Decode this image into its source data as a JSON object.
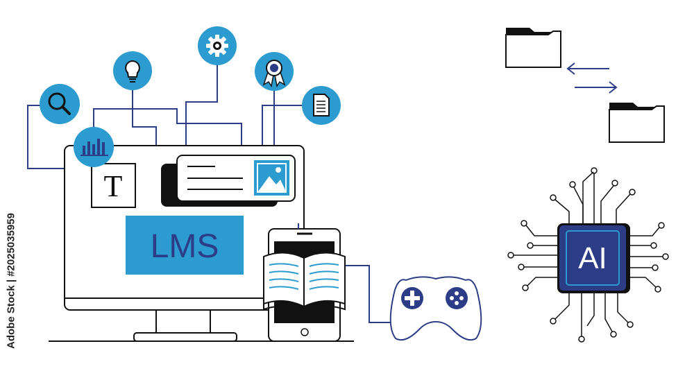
{
  "lms_label": "LMS",
  "text_icon_letter": "T",
  "ai_label": "AI",
  "stock_id": "Adobe Stock | #2025035959",
  "colors": {
    "accent_blue": "#2b9bd0",
    "navy": "#2c3c86",
    "line": "#2c3c86",
    "stroke": "#111111"
  },
  "icons": [
    "search-icon",
    "chart-icon",
    "lightbulb-icon",
    "gear-icon",
    "award-icon",
    "document-icon",
    "folder-icon",
    "transfer-arrows-icon",
    "gamepad-icon",
    "ai-chip-icon",
    "image-icon",
    "book-icon"
  ]
}
